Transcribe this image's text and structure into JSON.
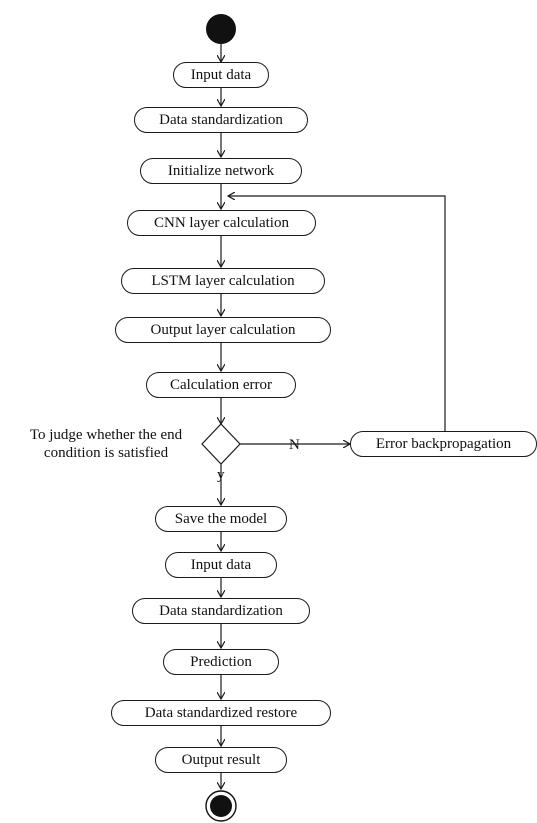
{
  "flow": {
    "steps": [
      "Input data",
      "Data standardization",
      "Initialize network",
      "CNN layer calculation",
      "LSTM layer calculation",
      "Output layer calculation",
      "Calculation error"
    ],
    "decision": {
      "condition_line1": "To judge whether the end",
      "condition_line2": "condition is satisfied",
      "no_label": "N",
      "yes_label": "y"
    },
    "loop_step": "Error backpropagation",
    "after_steps": [
      "Save the model",
      "Input data",
      "Data standardization",
      "Prediction",
      "Data standardized restore",
      "Output result"
    ]
  },
  "colors": {
    "line": "#1a1a1a",
    "node_fill": "#ffffff",
    "terminal": "#111111"
  }
}
